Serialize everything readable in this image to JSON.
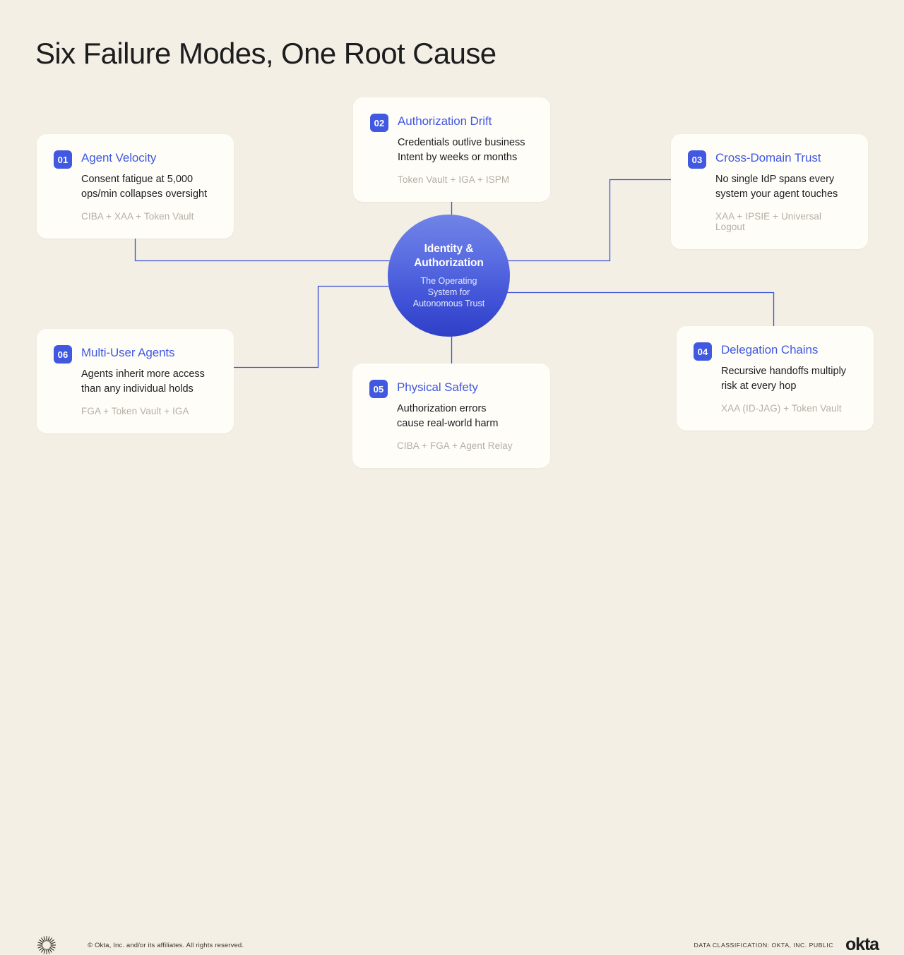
{
  "title": "Six Failure Modes, One Root Cause",
  "colors": {
    "background": "#f3efe4",
    "card": "#fffdf8",
    "accent": "#4159e0",
    "connector": "#3b4fd4",
    "muted_text": "#b3afa5",
    "text": "#1d1d1f"
  },
  "hub": {
    "title": "Identity &\nAuthorization",
    "subtitle": "The Operating\nSystem for\nAutonomous Trust"
  },
  "cards": [
    {
      "number": "01",
      "title": "Agent Velocity",
      "body": "Consent fatigue at 5,000\nops/min collapses oversight",
      "meta": "CIBA + XAA + Token Vault"
    },
    {
      "number": "02",
      "title": "Authorization Drift",
      "body": "Credentials outlive business\nIntent by weeks or months",
      "meta": "Token Vault + IGA + ISPM"
    },
    {
      "number": "03",
      "title": "Cross-Domain Trust",
      "body": "No single IdP spans every\nsystem your agent touches",
      "meta": "XAA + IPSIE + Universal Logout"
    },
    {
      "number": "04",
      "title": "Delegation Chains",
      "body": "Recursive handoffs multiply\nrisk at every hop",
      "meta": "XAA (ID-JAG) + Token Vault"
    },
    {
      "number": "05",
      "title": "Physical Safety",
      "body": "Authorization errors\ncause real-world harm",
      "meta": "CIBA + FGA + Agent Relay"
    },
    {
      "number": "06",
      "title": "Multi-User Agents",
      "body": "Agents inherit more access\nthan any individual holds",
      "meta": "FGA + Token Vault + IGA"
    }
  ],
  "footer": {
    "copyright": "© Okta, Inc. and/or its affiliates. All rights reserved.",
    "data_classification": "DATA CLASSIFICATION: OKTA, INC. PUBLIC",
    "wordmark": "okta",
    "logo_icon": "okta-sunburst-icon"
  }
}
